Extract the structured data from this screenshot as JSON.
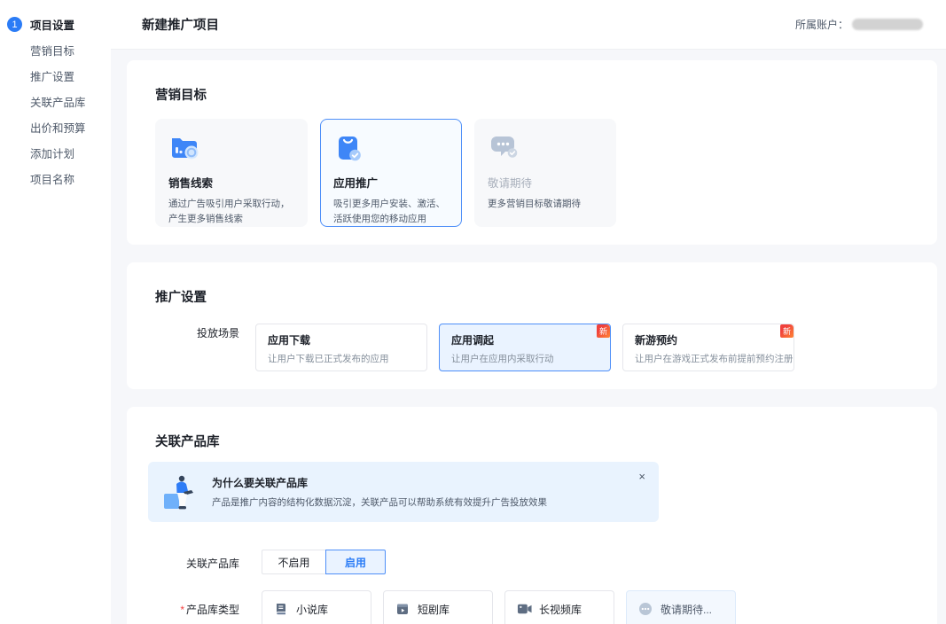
{
  "colors": {
    "accent": "#2b7cf6",
    "selected_border": "#4e8ff8",
    "selected_bg": "#eaf3ff",
    "badge_red": "#f0413c",
    "banner_bg": "#e9f3fe",
    "content_bg": "#f6f7fa"
  },
  "sidebar": {
    "steps": [
      {
        "number": "1",
        "label": "项目设置",
        "active": true
      },
      {
        "label": "营销目标"
      },
      {
        "label": "推广设置"
      },
      {
        "label": "关联产品库"
      },
      {
        "label": "出价和预算"
      },
      {
        "label": "添加计划"
      },
      {
        "label": "项目名称"
      }
    ]
  },
  "header": {
    "title": "新建推广项目",
    "account_label": "所属账户："
  },
  "marketing_goal": {
    "title": "营销目标",
    "cards": [
      {
        "title": "销售线索",
        "desc": "通过广告吸引用户采取行动，产生更多销售线索",
        "icon": "folder-search-icon",
        "selected": false
      },
      {
        "title": "应用推广",
        "desc": "吸引更多用户安装、激活、活跃使用您的移动应用",
        "icon": "app-bag-icon",
        "selected": true
      },
      {
        "title": "敬请期待",
        "desc": "更多营销目标敬请期待",
        "icon": "chat-bubbles-icon",
        "disabled": true
      }
    ]
  },
  "promotion_setting": {
    "title": "推广设置",
    "scene_label": "投放场景",
    "options": [
      {
        "title": "应用下载",
        "desc": "让用户下载已正式发布的应用",
        "badge": "",
        "selected": false
      },
      {
        "title": "应用调起",
        "desc": "让用户在应用内采取行动",
        "badge": "新",
        "selected": true
      },
      {
        "title": "新游预约",
        "desc": "让用户在游戏正式发布前提前预约注册",
        "badge": "新",
        "selected": false
      }
    ]
  },
  "product_library": {
    "title": "关联产品库",
    "banner": {
      "title": "为什么要关联产品库",
      "desc": "产品是推广内容的结构化数据沉淀，关联产品可以帮助系统有效提升广告投放效果",
      "close": "×"
    },
    "toggle_label": "关联产品库",
    "toggle_options": [
      {
        "label": "不启用",
        "selected": false
      },
      {
        "label": "启用",
        "selected": true
      }
    ],
    "type_label": "产品库类型",
    "required_mark": "*",
    "types": [
      {
        "label": "小说库",
        "icon": "book-icon"
      },
      {
        "label": "短剧库",
        "icon": "short-drama-icon"
      },
      {
        "label": "长视频库",
        "icon": "video-camera-icon"
      },
      {
        "label": "敬请期待...",
        "icon": "dots-circle-icon",
        "disabled": true
      }
    ]
  }
}
